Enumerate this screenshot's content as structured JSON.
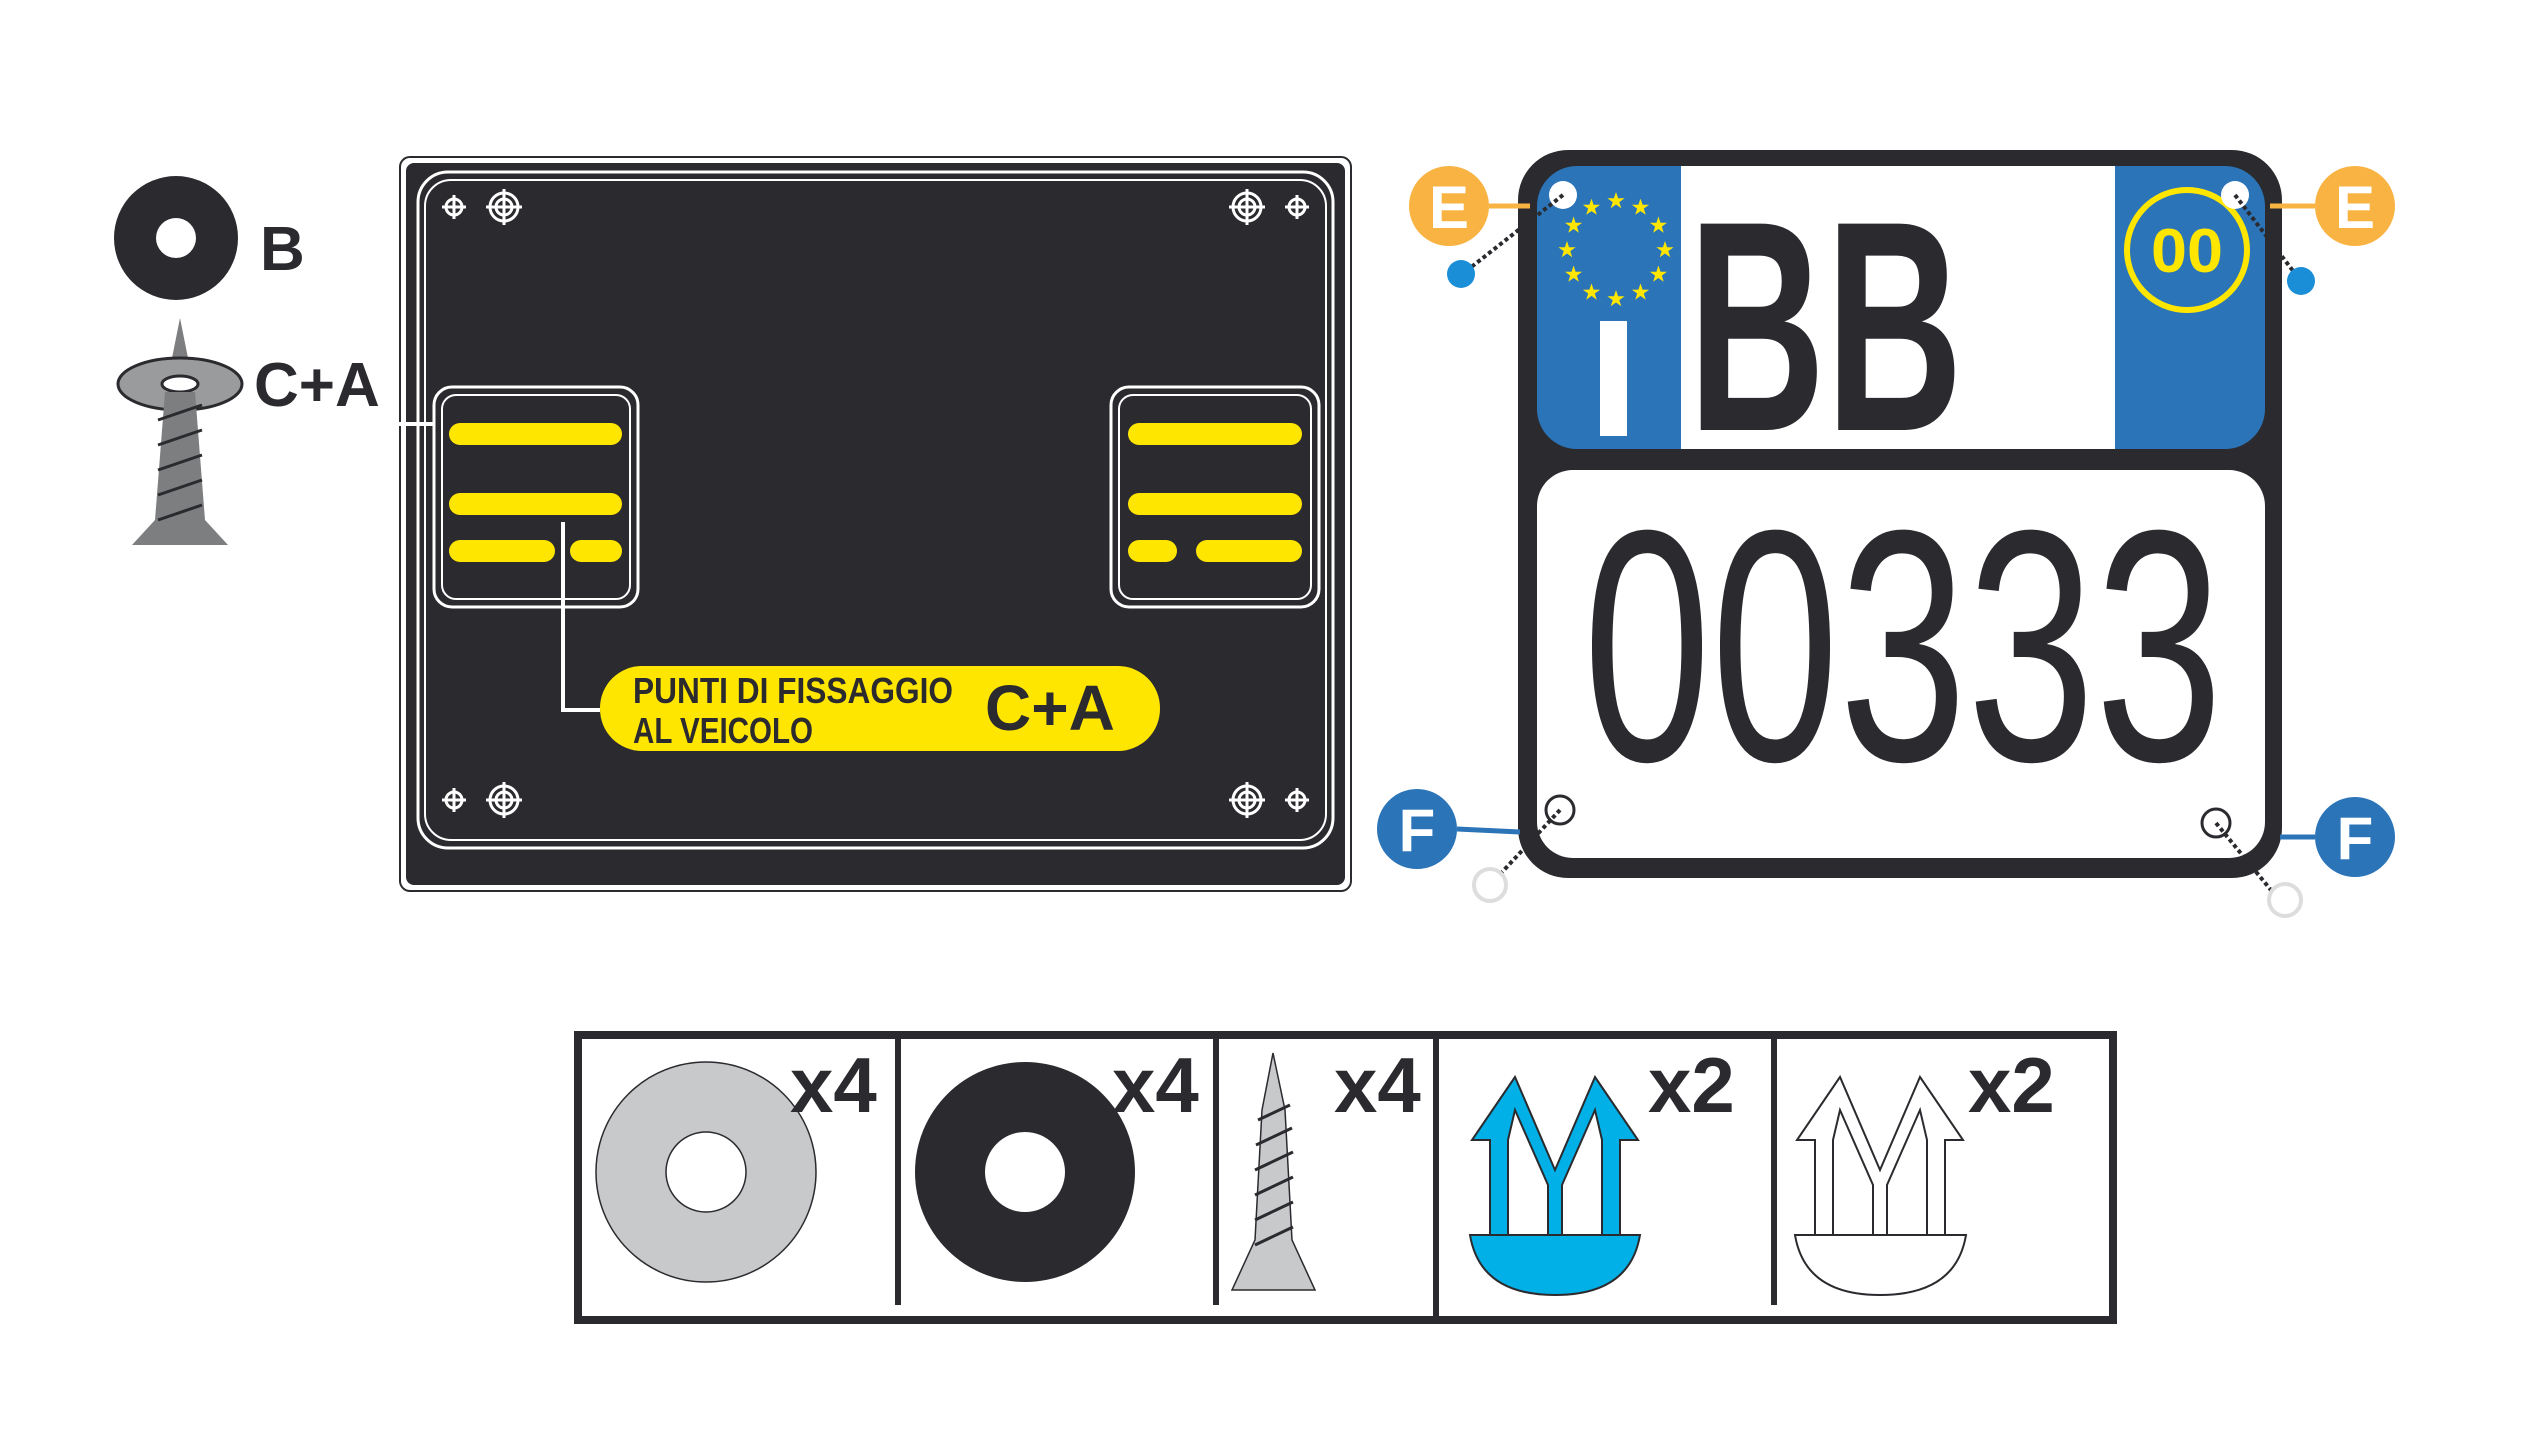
{
  "legend": {
    "washer_label": "B",
    "screw_label": "C+A"
  },
  "backing_plate": {
    "callout_line1": "PUNTI DI FISSAGGIO",
    "callout_line2": "AL VEICOLO",
    "callout_code": "C+A"
  },
  "license_plate": {
    "country_code": "I",
    "province": "BB",
    "year_badge": "00",
    "number": "00333",
    "top_markers": [
      "E",
      "E"
    ],
    "bottom_markers": [
      "F",
      "F"
    ]
  },
  "parts": [
    {
      "name": "grey-washer",
      "qty": "x4"
    },
    {
      "name": "black-washer",
      "qty": "x4"
    },
    {
      "name": "screw",
      "qty": "x4"
    },
    {
      "name": "blue-clip",
      "qty": "x2"
    },
    {
      "name": "white-clip",
      "qty": "x2"
    }
  ],
  "colors": {
    "dark": "#2b2a2e",
    "yellow": "#ffe600",
    "plate_blue": "#2b74b8",
    "orange": "#f9b342",
    "clip_blue": "#00b0e6",
    "grey": "#c8c9cb"
  }
}
